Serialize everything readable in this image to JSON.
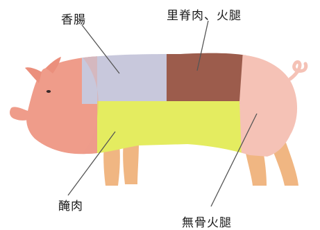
{
  "labels": {
    "sausage": "香腸",
    "loin_ham": "里脊肉、火腿",
    "cured_meat": "醃肉",
    "boneless_ham": "無骨火腿"
  },
  "colors": {
    "head": "#ef9c8a",
    "ear": "#eb8f7c",
    "shoulder": "#c8c8dc",
    "loin": "#9c5c4c",
    "belly": "#e4ec60",
    "ham": "#f5c2b6",
    "leg": "#f0b682",
    "tail": "#f5c2b6",
    "outline": "#b07868",
    "pointer": "#555555"
  }
}
